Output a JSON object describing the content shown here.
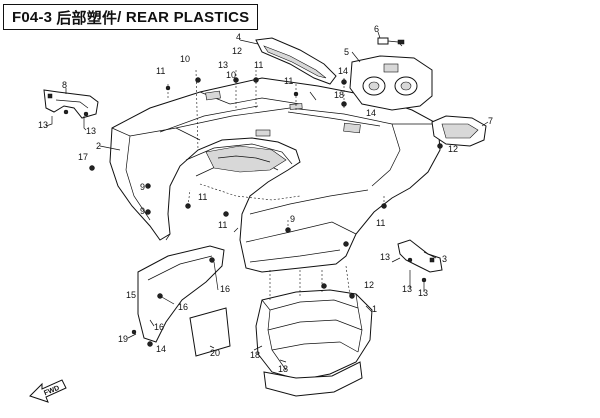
{
  "title": {
    "code": "F04-3",
    "cn": "后部塑件",
    "en": "/ REAR PLASTICS"
  },
  "fwd_label": "FWD",
  "callouts": [
    {
      "id": "c-2",
      "text": "2"
    },
    {
      "id": "c-3",
      "text": "3"
    },
    {
      "id": "c-4",
      "text": "4"
    },
    {
      "id": "c-5",
      "text": "5"
    },
    {
      "id": "c-6",
      "text": "6"
    },
    {
      "id": "c-7",
      "text": "7"
    },
    {
      "id": "c-8",
      "text": "8"
    },
    {
      "id": "c-9a",
      "text": "9"
    },
    {
      "id": "c-9b",
      "text": "9"
    },
    {
      "id": "c-9c",
      "text": "9"
    },
    {
      "id": "c-10a",
      "text": "10"
    },
    {
      "id": "c-10b",
      "text": "10"
    },
    {
      "id": "c-11a",
      "text": "11"
    },
    {
      "id": "c-11b",
      "text": "11"
    },
    {
      "id": "c-11c",
      "text": "11"
    },
    {
      "id": "c-11d",
      "text": "11"
    },
    {
      "id": "c-11e",
      "text": "11"
    },
    {
      "id": "c-11f",
      "text": "11"
    },
    {
      "id": "c-12a",
      "text": "12"
    },
    {
      "id": "c-12b",
      "text": "12"
    },
    {
      "id": "c-12c",
      "text": "12"
    },
    {
      "id": "c-13a",
      "text": "13"
    },
    {
      "id": "c-13b",
      "text": "13"
    },
    {
      "id": "c-13c",
      "text": "13"
    },
    {
      "id": "c-13d",
      "text": "13"
    },
    {
      "id": "c-13e",
      "text": "13"
    },
    {
      "id": "c-13f",
      "text": "13"
    },
    {
      "id": "c-14a",
      "text": "14"
    },
    {
      "id": "c-14b",
      "text": "14"
    },
    {
      "id": "c-14c",
      "text": "14"
    },
    {
      "id": "c-15",
      "text": "15"
    },
    {
      "id": "c-16a",
      "text": "16"
    },
    {
      "id": "c-16b",
      "text": "16"
    },
    {
      "id": "c-16c",
      "text": "16"
    },
    {
      "id": "c-17",
      "text": "17"
    },
    {
      "id": "c-18a",
      "text": "18"
    },
    {
      "id": "c-18b",
      "text": "18"
    },
    {
      "id": "c-18c",
      "text": "18"
    },
    {
      "id": "c-19",
      "text": "19"
    },
    {
      "id": "c-20",
      "text": "20"
    },
    {
      "id": "c-1",
      "text": "1"
    }
  ]
}
